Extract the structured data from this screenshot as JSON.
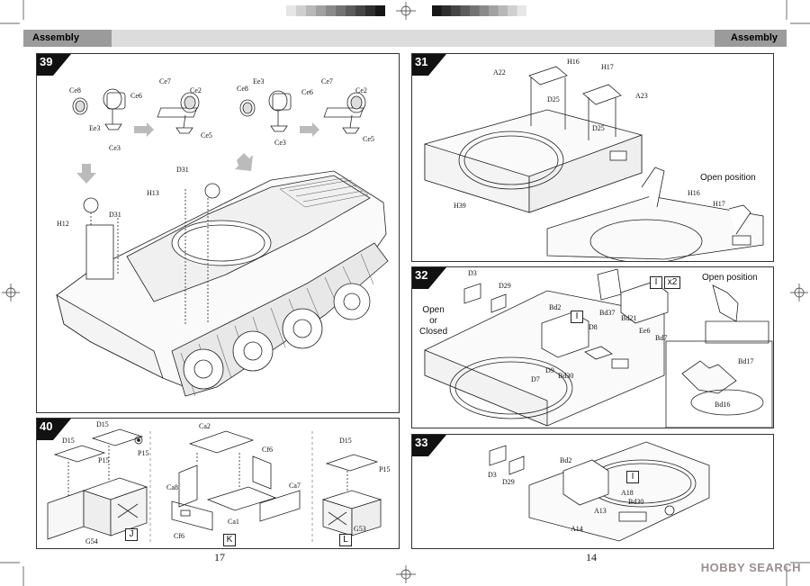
{
  "header": {
    "left_title": "Assembly",
    "right_title": "Assembly"
  },
  "pages": {
    "left": "17",
    "right": "14"
  },
  "watermark": "HOBBY SEARCH",
  "step39": {
    "number": "39",
    "labels": [
      "Ce8",
      "Ce6",
      "Ee3",
      "Ce3",
      "Ce7",
      "Ce2",
      "Ce5",
      "Ce8",
      "Ee3",
      "Ce6",
      "Ce3",
      "Ce7",
      "Ce2",
      "Ce5",
      "D31",
      "H13",
      "H12",
      "D31"
    ]
  },
  "step40": {
    "number": "40",
    "labels": [
      "D15",
      "D15",
      "P15",
      "P15",
      "G54",
      "Ca2",
      "Cf6",
      "Ca8",
      "Ca7",
      "Ca1",
      "Cf6",
      "D15",
      "P15",
      "G53"
    ],
    "boxes": [
      "J",
      "K",
      "L"
    ]
  },
  "step31": {
    "number": "31",
    "labels": [
      "H16",
      "H17",
      "A22",
      "A23",
      "D25",
      "D25",
      "H39",
      "H16",
      "H17"
    ],
    "note": "Open position"
  },
  "step32": {
    "number": "32",
    "labels": [
      "D3",
      "D29",
      "Bd2",
      "D8",
      "D7",
      "D9",
      "Bd30",
      "Bd37",
      "Bd21",
      "Ee6",
      "Bd7",
      "Bd17",
      "Bd16"
    ],
    "note_open": "Open position",
    "note_choice": [
      "Open",
      "or",
      "Closed"
    ],
    "box_i": "I",
    "box_i2": "I",
    "x2": "x2"
  },
  "step33": {
    "number": "33",
    "labels": [
      "D3",
      "D29",
      "Bd2",
      "A18",
      "Bd30",
      "A13",
      "A14"
    ],
    "box_i": "I"
  }
}
